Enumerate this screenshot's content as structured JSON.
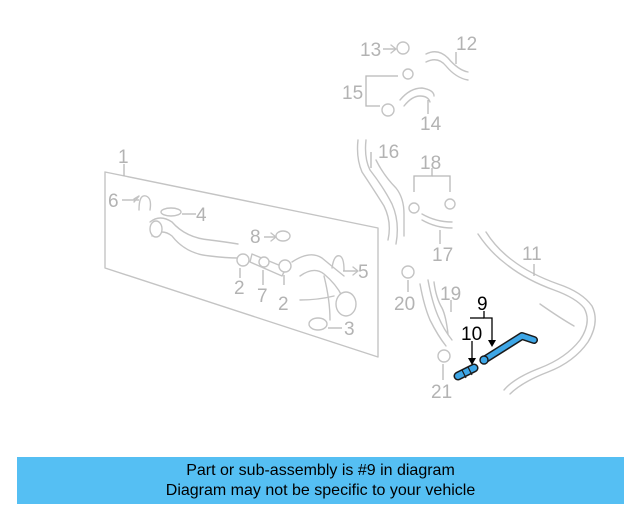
{
  "callouts": {
    "c1": "1",
    "c2a": "2",
    "c2b": "2",
    "c3": "3",
    "c4": "4",
    "c5": "5",
    "c6": "6",
    "c7": "7",
    "c8": "8",
    "c9": "9",
    "c10": "10",
    "c11": "11",
    "c12": "12",
    "c13": "13",
    "c14": "14",
    "c15": "15",
    "c16": "16",
    "c17": "17",
    "c18": "18",
    "c19": "19",
    "c20": "20",
    "c21": "21"
  },
  "highlighted_part": "9",
  "colors": {
    "highlight_part": "#3da6e6",
    "highlight_callout": "#000000",
    "dim": "#b3b3b3",
    "banner": "#55bff3"
  },
  "banner": {
    "line1": "Part or sub-assembly is #9 in diagram",
    "line2": "Diagram may not be specific to your vehicle"
  }
}
